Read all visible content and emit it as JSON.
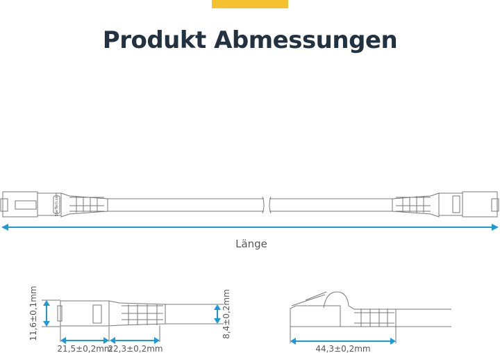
{
  "header": {
    "title": "Produkt Abmessungen"
  },
  "main_diagram": {
    "length_label": "Länge",
    "brand_mark": "StarTech.com"
  },
  "detail_left": {
    "height_label": "11,6±0,1mm",
    "plug_length_label": "21,5±0,2mm",
    "boot_length_label": "22,3±0,2mm",
    "cable_diameter_label": "8,4±0,2mm"
  },
  "detail_right": {
    "total_length_label": "44,3±0,2mm"
  },
  "colors": {
    "accent": "#f5c12e",
    "title": "#233240",
    "arrow": "#1c9ad6"
  }
}
